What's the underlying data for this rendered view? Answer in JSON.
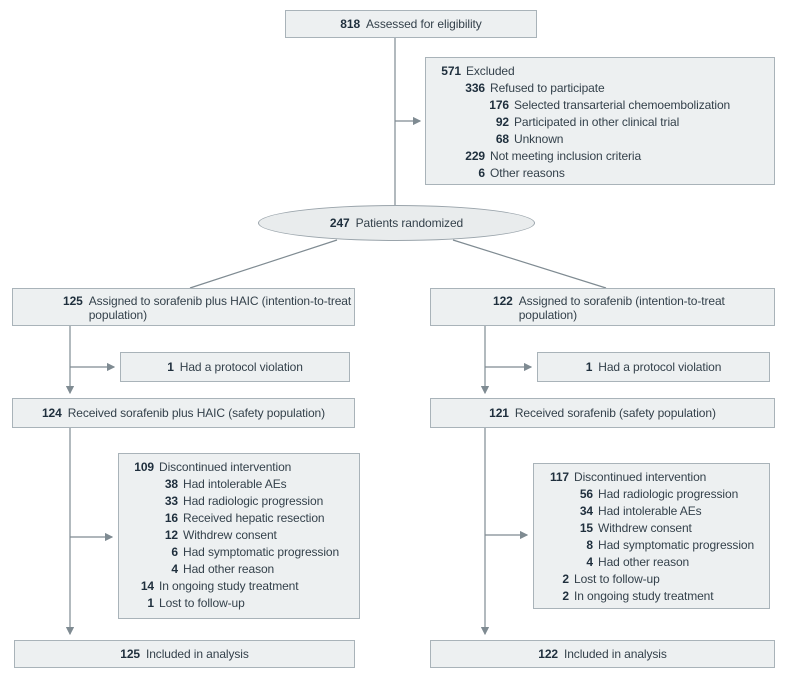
{
  "palette": {
    "box_fill": "#edf0f1",
    "box_border": "#a9b3b9",
    "line_color": "#7f8b92",
    "number_color": "#1f2f3d",
    "text_color": "#34414b"
  },
  "flow": {
    "assessed": {
      "n": "818",
      "label": "Assessed for eligibility"
    },
    "excluded": {
      "rows": [
        {
          "n": "571",
          "label": "Excluded"
        },
        {
          "n": "336",
          "label": "Refused to participate"
        },
        {
          "n": "176",
          "label": "Selected transarterial chemoembolization"
        },
        {
          "n": "92",
          "label": "Participated in other clinical trial"
        },
        {
          "n": "68",
          "label": "Unknown"
        },
        {
          "n": "229",
          "label": "Not meeting inclusion criteria"
        },
        {
          "n": "6",
          "label": "Other reasons"
        }
      ]
    },
    "randomized": {
      "n": "247",
      "label": "Patients randomized"
    },
    "left": {
      "assigned": {
        "n": "125",
        "label": "Assigned to sorafenib plus HAIC (intention-to-treat population)"
      },
      "protocol": {
        "n": "1",
        "label": "Had a protocol violation"
      },
      "safety": {
        "n": "124",
        "label": "Received sorafenib plus HAIC (safety population)"
      },
      "discontinued": {
        "rows": [
          {
            "n": "109",
            "label": "Discontinued intervention"
          },
          {
            "n": "38",
            "label": "Had intolerable AEs"
          },
          {
            "n": "33",
            "label": "Had radiologic progression"
          },
          {
            "n": "16",
            "label": "Received hepatic resection"
          },
          {
            "n": "12",
            "label": "Withdrew consent"
          },
          {
            "n": "6",
            "label": "Had symptomatic progression"
          },
          {
            "n": "4",
            "label": "Had other reason"
          },
          {
            "n": "14",
            "label": "In ongoing study treatment"
          },
          {
            "n": "1",
            "label": "Lost to follow-up"
          }
        ]
      },
      "analysis": {
        "n": "125",
        "label": "Included in analysis"
      }
    },
    "right": {
      "assigned": {
        "n": "122",
        "label": "Assigned to sorafenib (intention-to-treat population)"
      },
      "protocol": {
        "n": "1",
        "label": "Had a protocol violation"
      },
      "safety": {
        "n": "121",
        "label": "Received sorafenib (safety population)"
      },
      "discontinued": {
        "rows": [
          {
            "n": "117",
            "label": "Discontinued intervention"
          },
          {
            "n": "56",
            "label": "Had radiologic progression"
          },
          {
            "n": "34",
            "label": "Had intolerable AEs"
          },
          {
            "n": "15",
            "label": "Withdrew consent"
          },
          {
            "n": "8",
            "label": "Had symptomatic progression"
          },
          {
            "n": "4",
            "label": "Had other reason"
          },
          {
            "n": "2",
            "label": "Lost to follow-up"
          },
          {
            "n": "2",
            "label": "In ongoing study treatment"
          }
        ]
      },
      "analysis": {
        "n": "122",
        "label": "Included in analysis"
      }
    }
  }
}
